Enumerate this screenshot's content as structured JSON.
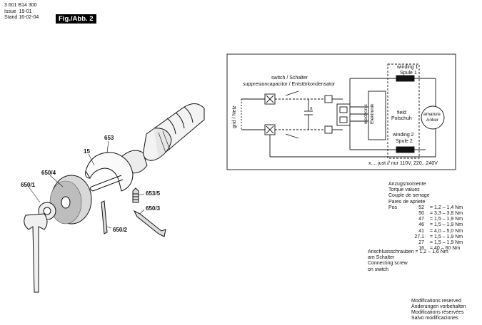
{
  "header": {
    "part_number": "3 601 B14 300",
    "issue_label": "Issue",
    "issue_value": "19-01",
    "stand_label": "Stand",
    "stand_value": "16-02-04",
    "figure": "Fig./Abb. 2"
  },
  "parts": [
    "653",
    "15",
    "650/4",
    "650/1",
    "653/5",
    "650/3",
    "650/2"
  ],
  "circuit": {
    "switch": "switch / Schalter",
    "capacitor": "suppresioncapacitor / Entstörkondensator",
    "winding1_a": "winding 1",
    "winding1_b": "Spule 1",
    "winding2_a": "winding 2",
    "winding2_b": "Spule 2",
    "field_a": "field",
    "field_b": "Polschuh",
    "armature_a": "amature",
    "armature_b": "Anker",
    "electronic_a": "electronic",
    "electronic_b": "Elektronik",
    "grid": "grid / Netz",
    "cap_mark": "x",
    "voltage": "x.... just // nur 110V, 220...240V"
  },
  "torque": {
    "heading": [
      "Anzugsmomente",
      "Torque values",
      "Couple de serrage",
      "Pares de apriete"
    ],
    "pos_label": "Pos",
    "rows": [
      {
        "pos": "52",
        "val": "=   1,2 – 1,4 Nm"
      },
      {
        "pos": "50",
        "val": "=   3,3 – 3,8 Nm"
      },
      {
        "pos": "47",
        "val": "=   1,5 – 1,9 Nm"
      },
      {
        "pos": "46",
        "val": "=   1,5 – 1,9 Nm"
      },
      {
        "pos": "41",
        "val": "=   4,0 – 5,0 Nm"
      },
      {
        "pos": "27.1",
        "val": "=   1,5 – 1,9 Nm"
      },
      {
        "pos": "27",
        "val": "=   1,5 – 1,9 Nm"
      },
      {
        "pos": "16",
        "val": "=   40  – 60 Nm"
      }
    ]
  },
  "connecting": {
    "line1": "Anschlussschrauben",
    "line1_val": "=   1,2 – 1,6 Nm",
    "line2": "am Schalter",
    "line3": "Connecting screw",
    "line4": "on switch"
  },
  "modifications": [
    "Modifications reserved",
    "Änderungen vorbehalten",
    "Modifications réservées",
    "Salvo modificaciones"
  ]
}
